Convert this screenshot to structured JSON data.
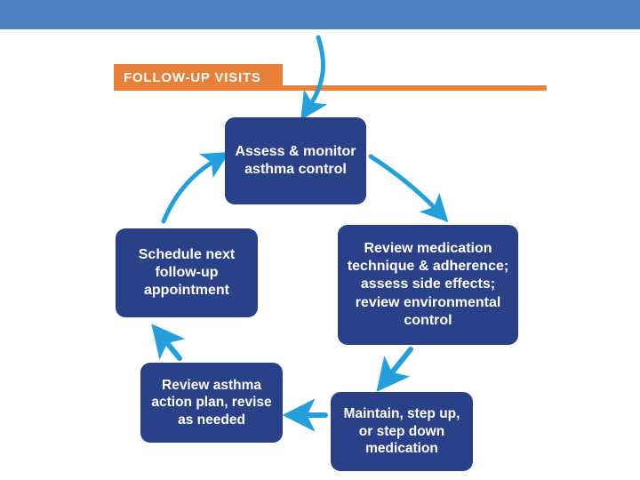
{
  "slide": {
    "title": "FOLLOW-UP VISITS",
    "banner_color": "#4a80c0",
    "accent_color": "#e8803a",
    "node_color": "#2a4189",
    "arrow_color": "#23a0db",
    "background_color": "#ffffff"
  },
  "diagram": {
    "type": "cycle-flowchart",
    "entry_arrow_label": "",
    "nodes": [
      {
        "id": "assess",
        "label": "Assess & monitor asthma control",
        "order": 1
      },
      {
        "id": "review-medication",
        "label": "Review medication technique & adherence; assess side effects; review environmental control",
        "order": 2
      },
      {
        "id": "maintain",
        "label": "Maintain, step up, or step down medication",
        "order": 3
      },
      {
        "id": "action-plan",
        "label": "Review asthma action plan, revise as needed",
        "order": 4
      },
      {
        "id": "schedule",
        "label": "Schedule next follow-up appointment",
        "order": 5
      }
    ],
    "edges": [
      {
        "from": "entry",
        "to": "assess",
        "shape": "curve-down"
      },
      {
        "from": "assess",
        "to": "review-medication",
        "shape": "curve-down-right"
      },
      {
        "from": "review-medication",
        "to": "maintain",
        "shape": "diagonal-down-left"
      },
      {
        "from": "maintain",
        "to": "action-plan",
        "shape": "straight-left"
      },
      {
        "from": "action-plan",
        "to": "schedule",
        "shape": "diagonal-up-left"
      },
      {
        "from": "schedule",
        "to": "assess",
        "shape": "curve-up-right"
      }
    ]
  }
}
